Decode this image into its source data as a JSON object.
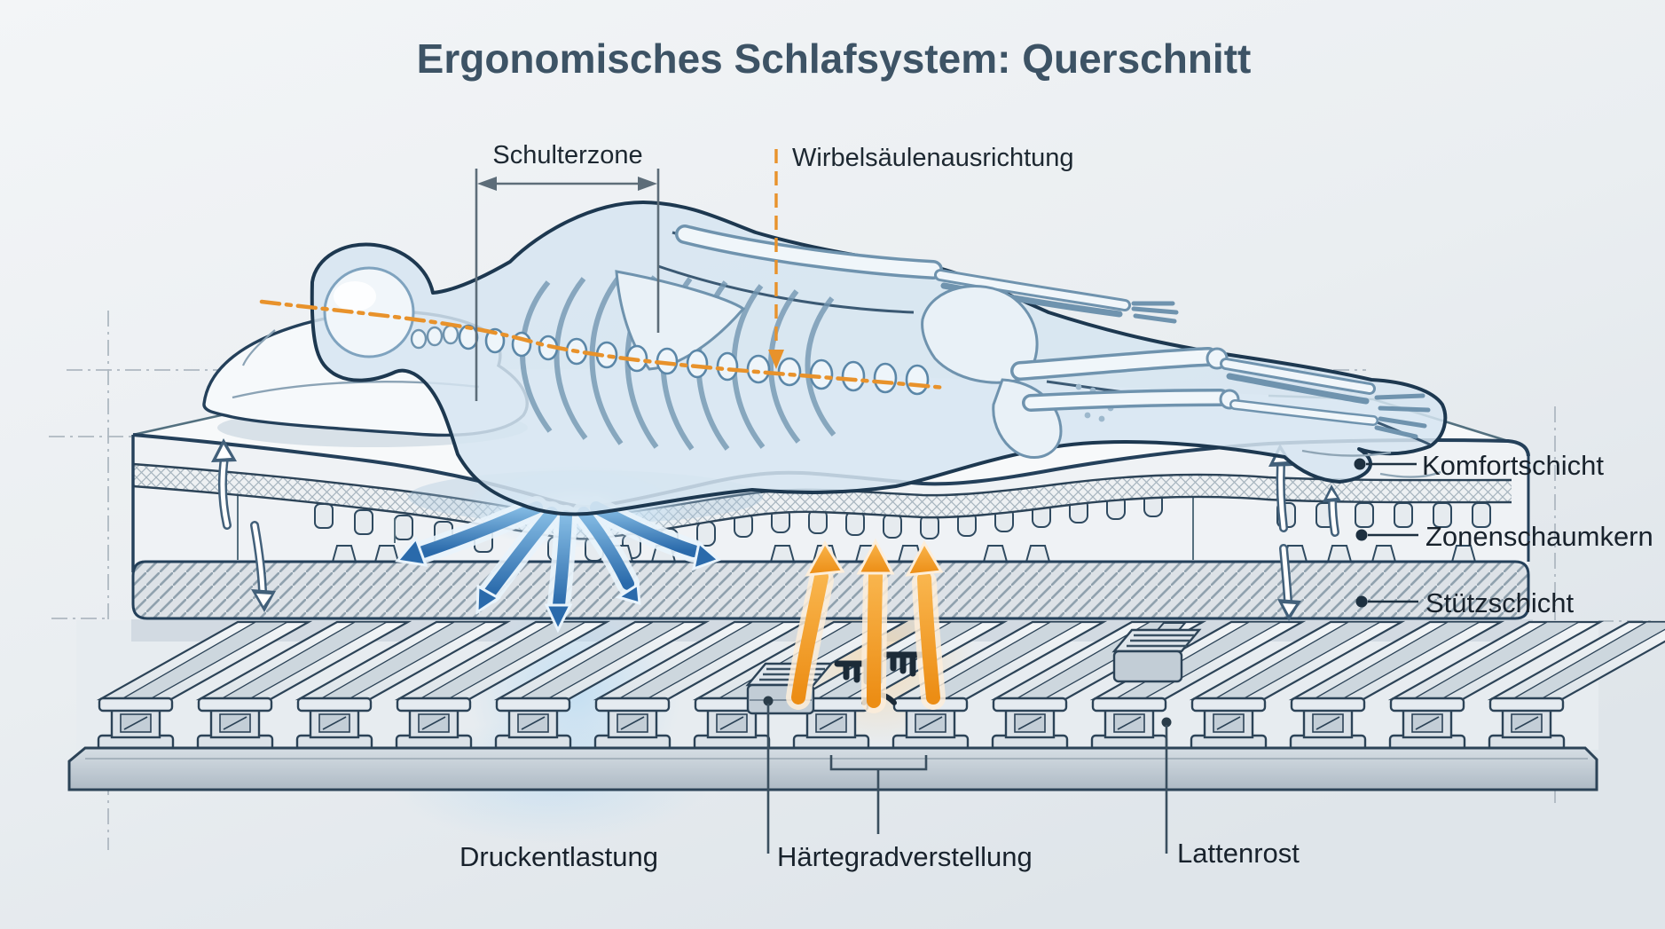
{
  "title": "Ergonomisches Schlafsystem: Querschnitt",
  "annotations": {
    "shoulder_zone": "Schulterzone",
    "spine_alignment": "Wirbelsäulenausrichtung",
    "comfort_layer": "Komfortschicht",
    "zoned_foam_core": "Zonenschaumkern",
    "support_layer": "Stützschicht",
    "pressure_relief": "Druckentlastung",
    "firmness_adjustment": "Härtegradverstellung",
    "slatted_frame": "Lattenrost"
  },
  "colors": {
    "accent_orange": "#E8922B",
    "pressure_blue": "#2C6CAB",
    "outline_navy": "#24405A",
    "label_text": "#1D2831",
    "title_text": "#3D5365",
    "background": "#ECEFF2"
  }
}
